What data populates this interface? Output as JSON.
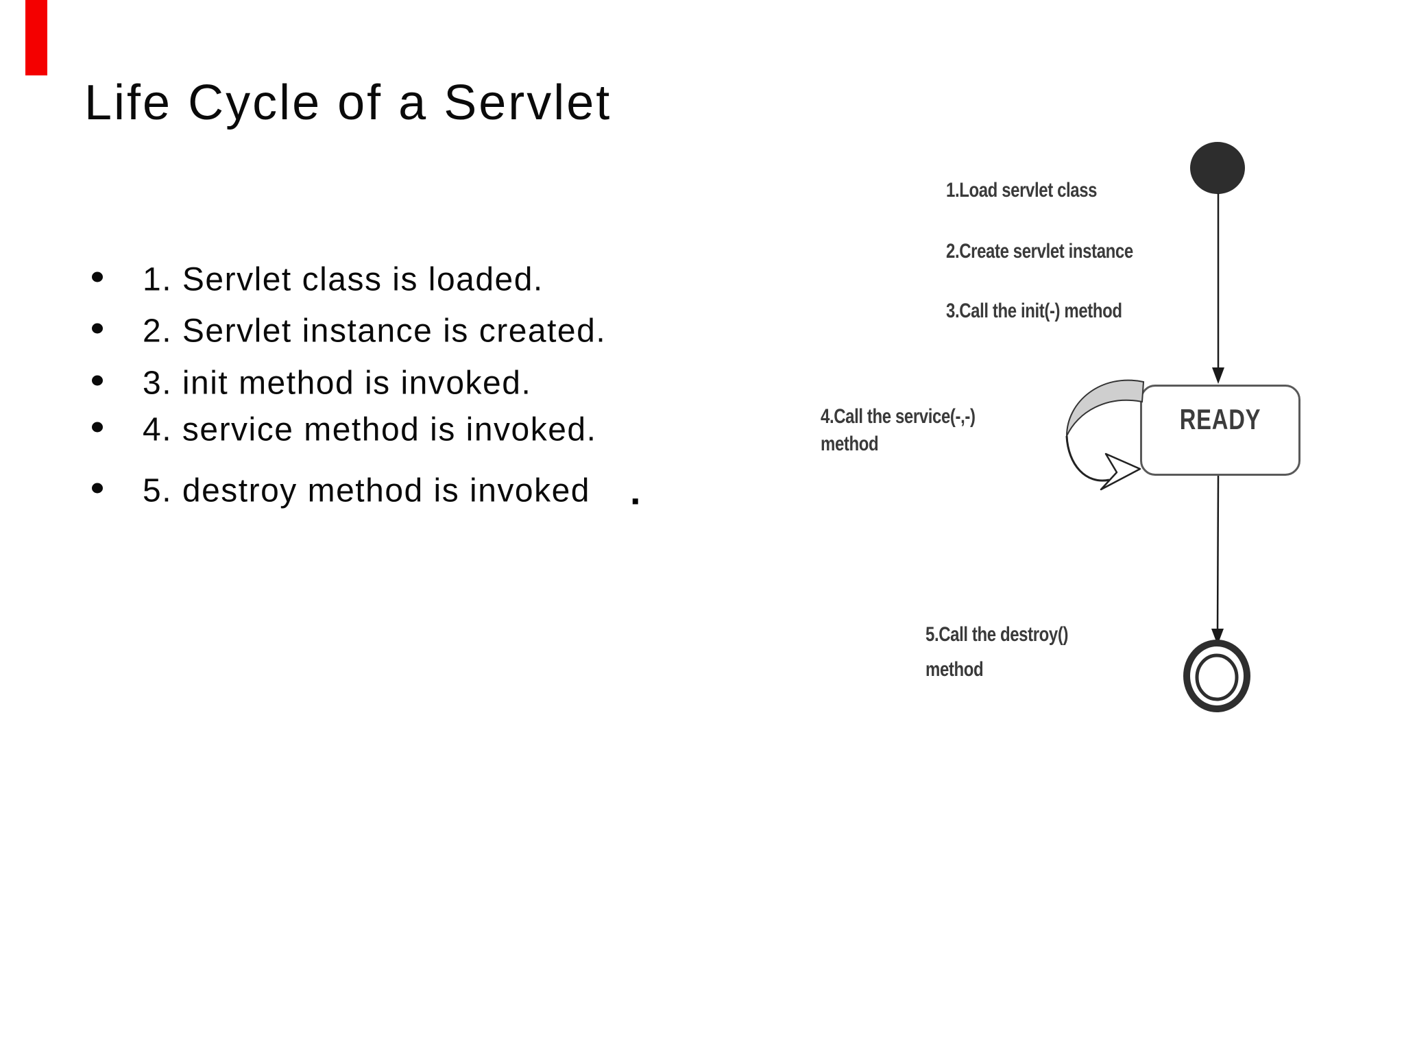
{
  "slide": {
    "title": "Life Cycle of a Servlet",
    "accent_color": "#f40000",
    "bullets": [
      {
        "text": "1. Servlet class is loaded."
      },
      {
        "text": "2. Servlet instance is created."
      },
      {
        "text": "3. init method is invoked."
      },
      {
        "text": "4. service method is invoked."
      },
      {
        "text": "5. destroy method is invoked",
        "suffix": "."
      }
    ]
  },
  "diagram": {
    "ink_color": "#3a3a3a",
    "step_labels": [
      "1.Load servlet class",
      "2.Create servlet instance",
      "3.Call the init(-) method"
    ],
    "service_label_line1": "4.Call the service(-,-)",
    "service_label_line2": "method",
    "destroy_label_line1": "5.Call the destroy()",
    "destroy_label_line2": "method",
    "state_label": "READY"
  }
}
